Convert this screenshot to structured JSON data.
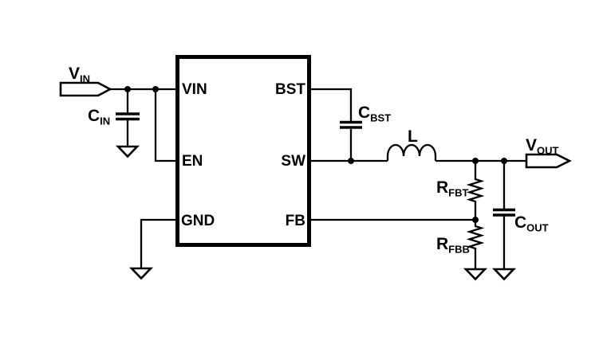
{
  "diagram_type": "buck-converter-application-schematic",
  "colors": {
    "line": "#000000",
    "background": "#ffffff"
  },
  "ic": {
    "pins": {
      "vin": "VIN",
      "en": "EN",
      "gnd": "GND",
      "bst": "BST",
      "sw": "SW",
      "fb": "FB"
    }
  },
  "terminals": {
    "vin": {
      "main": "V",
      "sub": "IN"
    },
    "vout": {
      "main": "V",
      "sub": "OUT"
    }
  },
  "components": {
    "cin": {
      "main": "C",
      "sub": "IN"
    },
    "cbst": {
      "main": "C",
      "sub": "BST"
    },
    "inductor": {
      "main": "L"
    },
    "rfbt": {
      "main": "R",
      "sub": "FBT"
    },
    "rfbb": {
      "main": "R",
      "sub": "FBB"
    },
    "cout": {
      "main": "C",
      "sub": "OUT"
    }
  }
}
